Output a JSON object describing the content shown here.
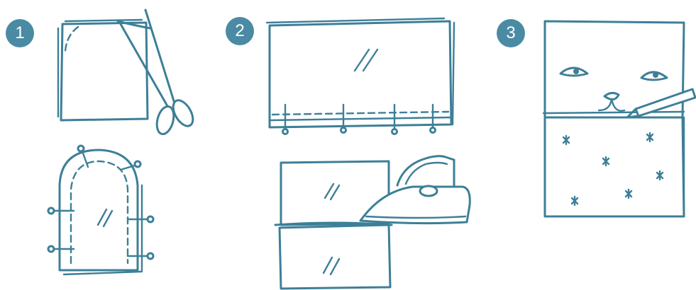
{
  "steps": [
    {
      "number": "1"
    },
    {
      "number": "2"
    },
    {
      "number": "3"
    }
  ],
  "colors": {
    "line": "#3d7f97",
    "badge": "#4a8ba3",
    "background": "#ffffff"
  },
  "icons": [
    "scissors-icon",
    "pin-icon",
    "iron-icon",
    "pen-icon",
    "sparkle-icon"
  ]
}
